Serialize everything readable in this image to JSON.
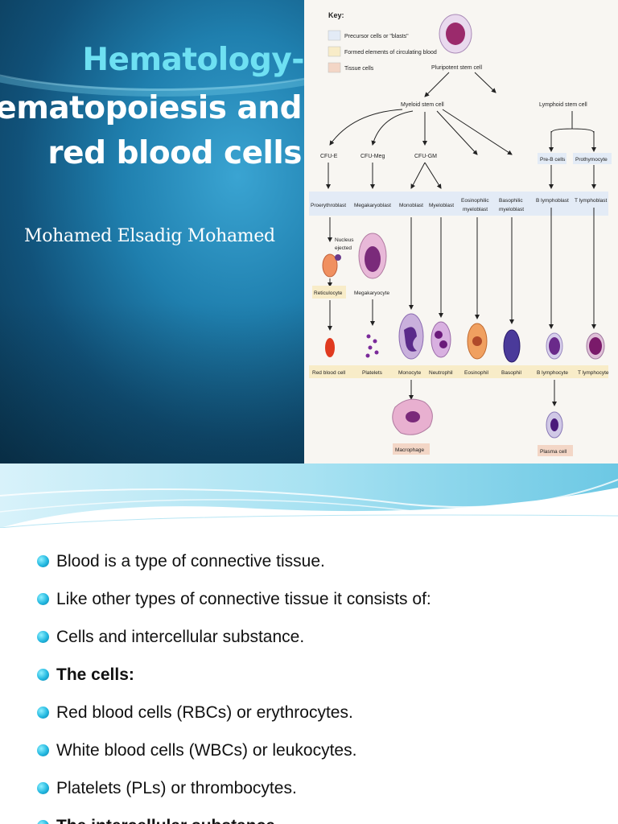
{
  "slide1": {
    "title_lines": [
      "Hematology-",
      "Hematopoiesis and",
      "red blood cells"
    ],
    "author": "Mohamed Elsadig Mohamed",
    "colors": {
      "title_accent": "#6ee0f2",
      "background": "#11527a"
    },
    "diagram": {
      "key_title": "Key:",
      "key_items": [
        {
          "label": "Precursor cells or \"blasts\"",
          "color": "#e3ebf6"
        },
        {
          "label": "Formed elements of circulating blood",
          "color": "#f8ecc8"
        },
        {
          "label": "Tissue cells",
          "color": "#f3d6c6"
        }
      ],
      "pluripotent": "Pluripotent stem cell",
      "myeloid": "Myeloid stem cell",
      "lymphoid": "Lymphoid stem cell",
      "cfu": [
        "CFU-E",
        "CFU-Meg",
        "CFU-GM"
      ],
      "pre_b": "Pre-B cells",
      "prothymocyte": "Prothymocyte",
      "blasts": [
        "Proerythroblast",
        "Megakaryoblast",
        "Monoblast",
        "Myeloblast",
        "Eosinophilic",
        "myeloblast",
        "Basophilic",
        "myeloblast",
        "B lymphoblast",
        "T lymphoblast"
      ],
      "nucleus_ejected": [
        "Nucleus",
        "ejected"
      ],
      "reticulocyte": "Reticulocyte",
      "megakaryocyte": "Megakaryocyte",
      "mature": [
        "Red blood cell",
        "Platelets",
        "Monocyte",
        "Neutrophil",
        "Eosinophil",
        "Basophil",
        "B lymphocyte",
        "T lymphocyte"
      ],
      "macrophage": "Macrophage",
      "plasma_cell": "Plasma cell"
    }
  },
  "slide2": {
    "bullets": [
      {
        "text": "Blood is a type of connective tissue.",
        "bold": false
      },
      {
        "text": "Like other types of connective tissue it consists of:",
        "bold": false
      },
      {
        "text": "Cells and intercellular substance.",
        "bold": false
      },
      {
        "text": "The cells:",
        "bold": true
      },
      {
        "text": "Red blood cells (RBCs) or erythrocytes.",
        "bold": false
      },
      {
        "text": "White blood cells (WBCs) or leukocytes.",
        "bold": false
      },
      {
        "text": "Platelets (PLs) or thrombocytes.",
        "bold": false
      },
      {
        "text": "The intercellular substance",
        "bold": true
      }
    ],
    "colors": {
      "bullet": "#22b8e0",
      "header_wave": "#7fd3ea"
    }
  }
}
